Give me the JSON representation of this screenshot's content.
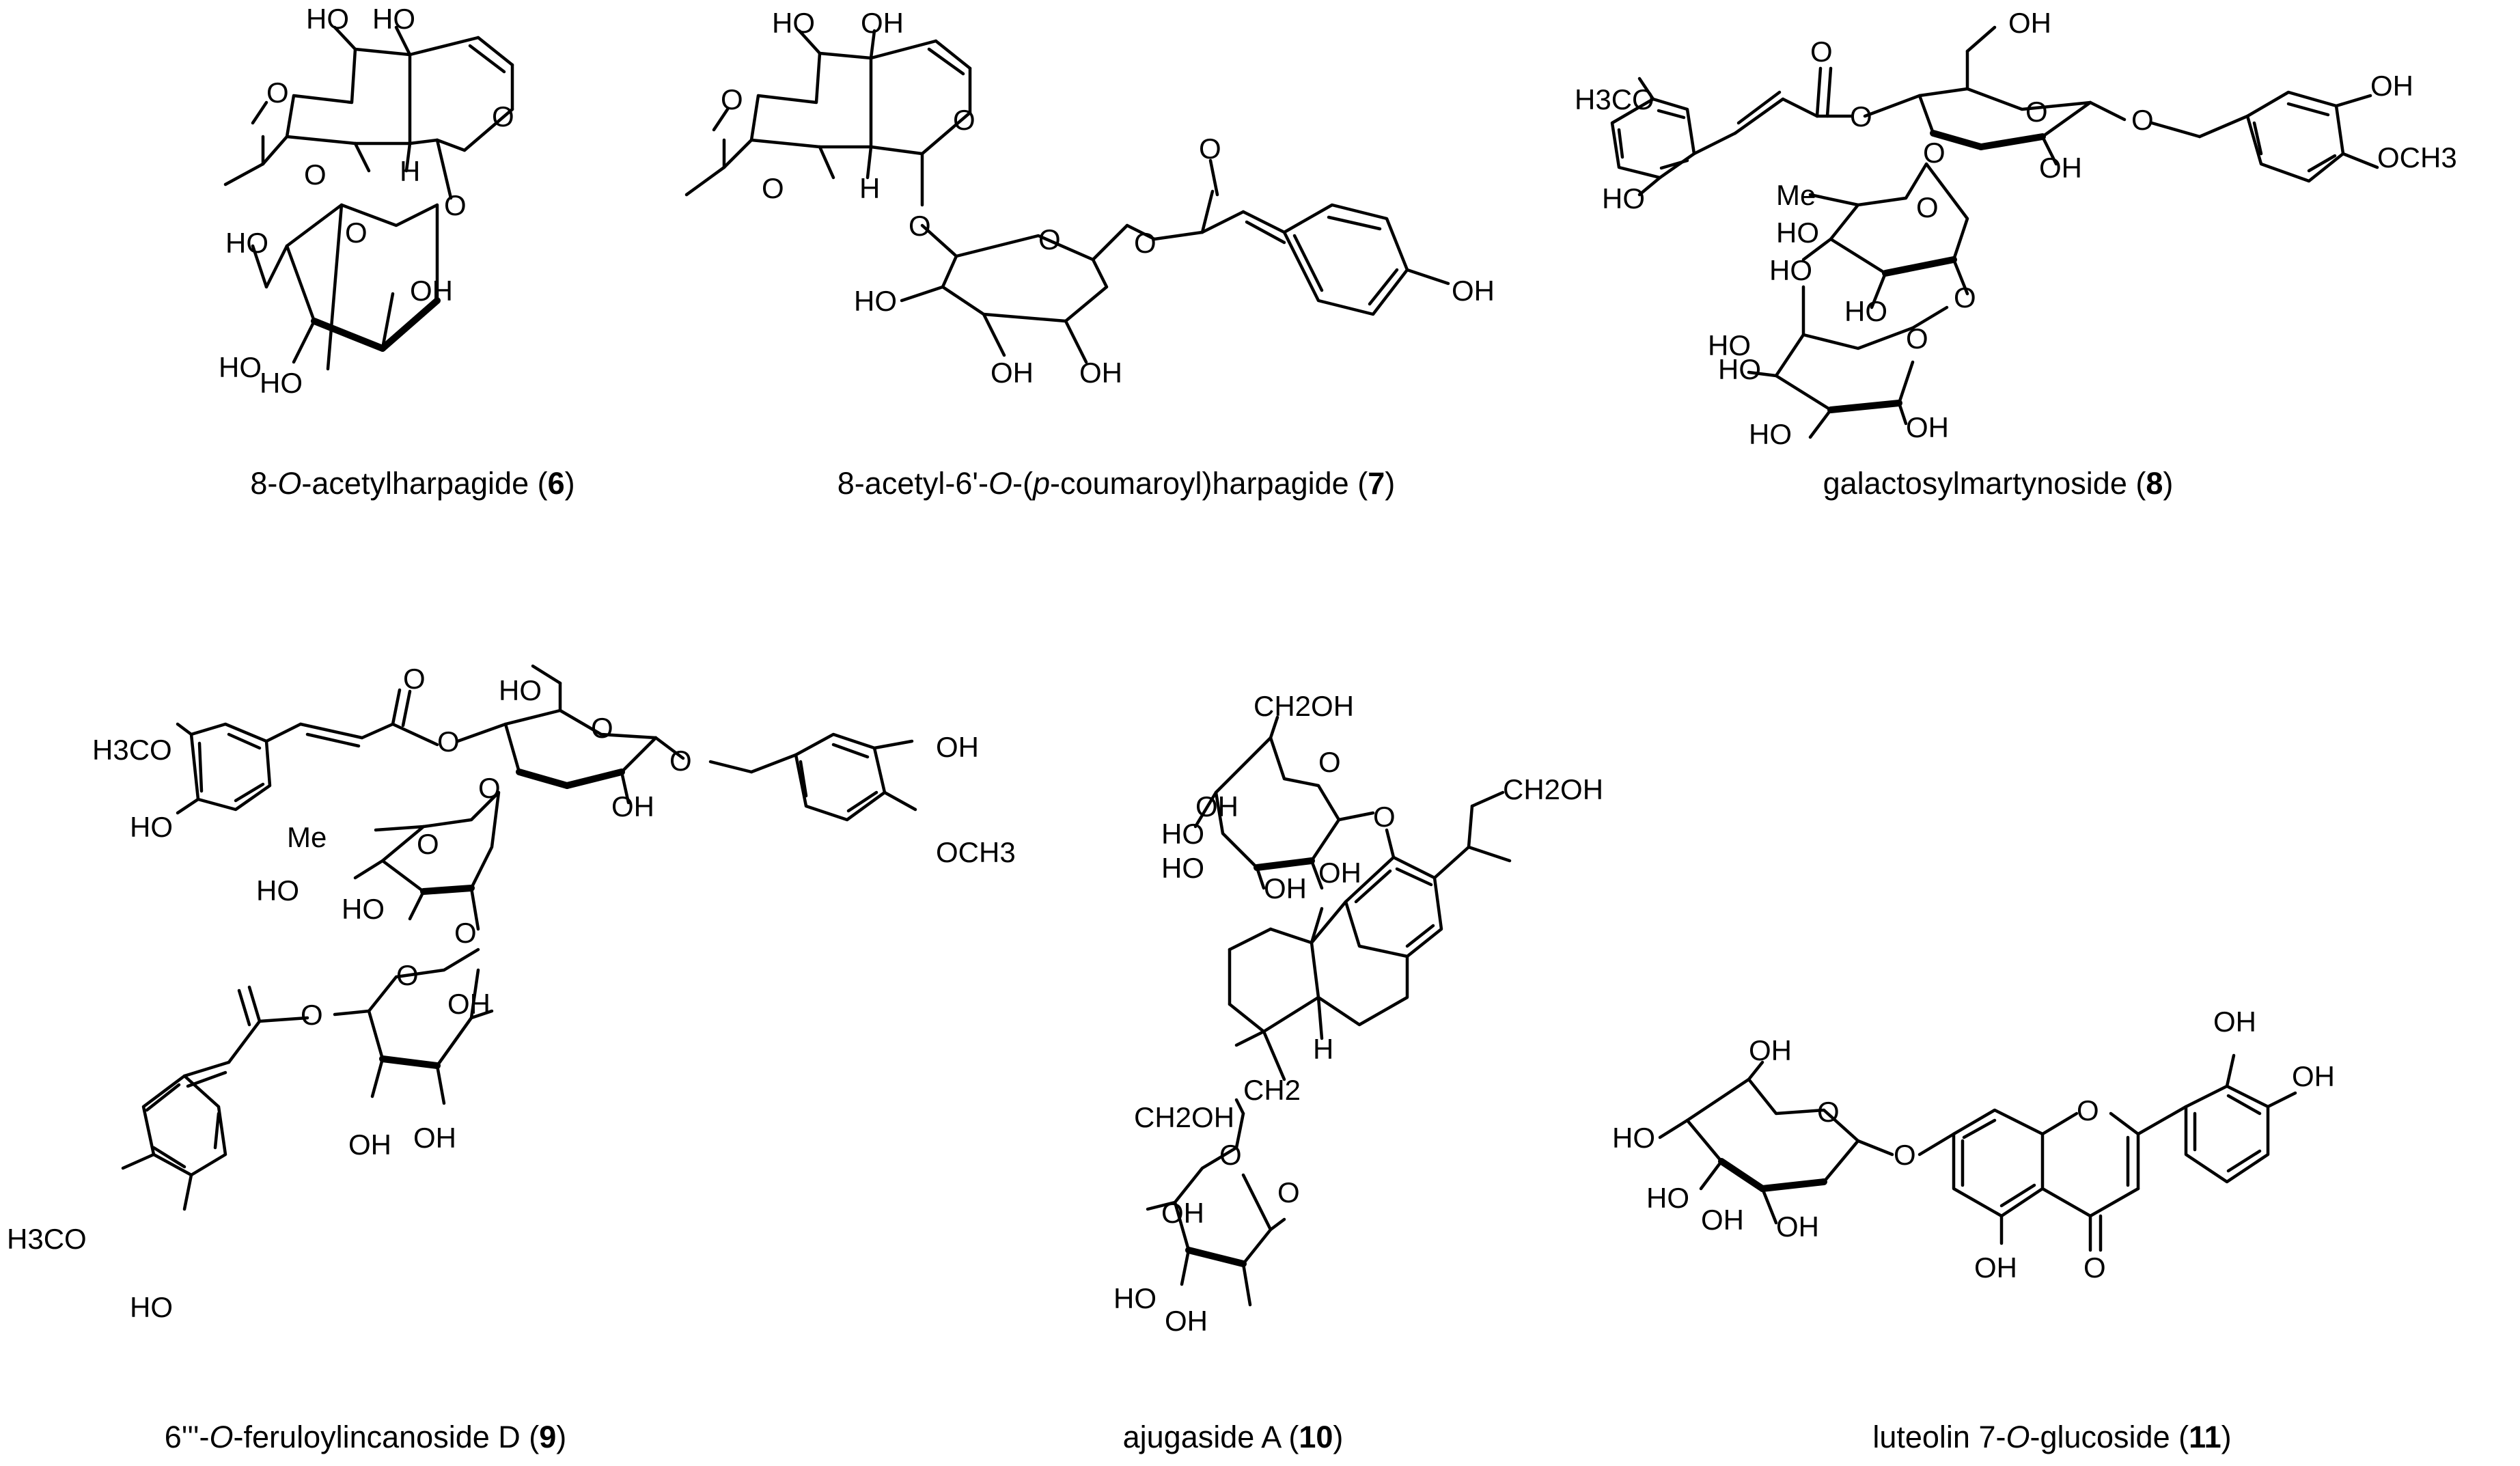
{
  "compounds": [
    {
      "parts": [
        "8-",
        "O",
        "-acetylharpagide  (",
        "6",
        ")"
      ],
      "atoms": [
        "HO",
        "HO",
        "O",
        "O",
        "O",
        "H",
        "O",
        "O",
        "HO",
        "OH",
        "HO",
        "HO"
      ]
    },
    {
      "parts": [
        "8-acetyl-6'-",
        "O",
        "-(",
        "p",
        "-coumaroyl)harpagide  (",
        "7",
        ")"
      ],
      "atoms": [
        "HO",
        "OH",
        "O",
        "O",
        "O",
        "H",
        "O",
        "O",
        "O",
        "O",
        "HO",
        "OH",
        "OH",
        "OH"
      ]
    },
    {
      "parts": [
        "galactosylmartynoside  (",
        "8",
        ")"
      ],
      "atoms": [
        "OH",
        "O",
        "H3CO",
        "O",
        "HO",
        "O",
        "O",
        "O",
        "OH",
        "OH",
        "OCH3",
        "Me",
        "O",
        "HO",
        "HO",
        "HO",
        "O",
        "HO",
        "O",
        "HO",
        "OH",
        "HO"
      ]
    },
    {
      "parts": [
        "6'''-",
        "O",
        "-feruloylincanoside D  (",
        "9",
        ")"
      ],
      "atoms": [
        "HO",
        "O",
        "O",
        "H3CO",
        "O",
        "O",
        "OH",
        "O",
        "OH",
        "HO",
        "Me",
        "O",
        "OCH3",
        "HO",
        "HO",
        "O",
        "O",
        "O",
        "OH",
        "H3CO",
        "OH",
        "OH",
        "HO"
      ]
    },
    {
      "parts": [
        "ajugaside A  (",
        "10",
        ")"
      ],
      "atoms": [
        "CH2OH",
        "O",
        "OH",
        "O",
        "CH2OH",
        "HO",
        "OH",
        "OH",
        "HO",
        "H",
        "CH2",
        "CH2OH",
        "O",
        "O",
        "OH",
        "HO",
        "OH"
      ]
    },
    {
      "parts": [
        "luteolin 7-",
        "O",
        "-glucoside  (",
        "11",
        ")"
      ],
      "atoms": [
        "OH",
        "OH",
        "OH",
        "O",
        "HO",
        "O",
        "O",
        "HO",
        "OH",
        "OH",
        "O",
        "OH"
      ]
    }
  ]
}
